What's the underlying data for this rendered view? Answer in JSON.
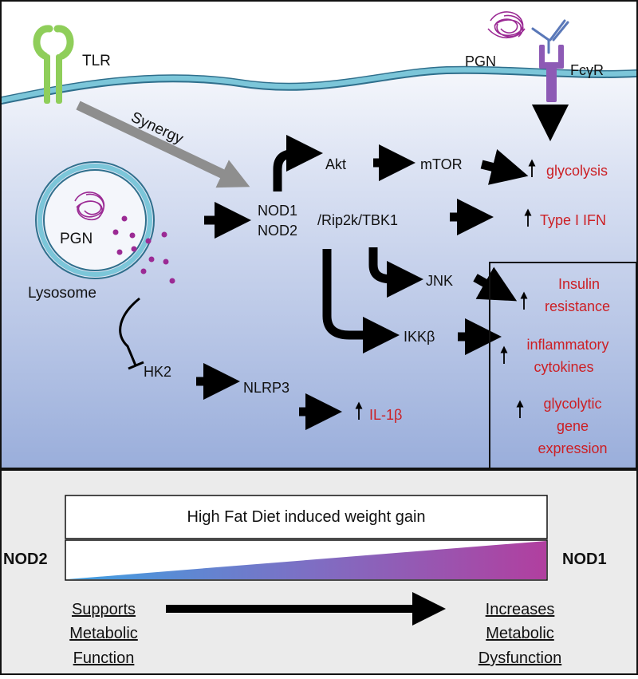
{
  "labels": {
    "tlr": "TLR",
    "pgn_top": "PGN",
    "fcgr": "FcγR",
    "synergy": "Synergy",
    "pgn_lyso": "PGN",
    "lysosome": "Lysosome",
    "nod1": "NOD1",
    "nod2": "NOD2",
    "rip": "/Rip2k/TBK1",
    "akt": "Akt",
    "mtor": "mTOR",
    "jnk": "JNK",
    "ikkb": "IKKβ",
    "hk2": "HK2",
    "nlrp3": "NLRP3"
  },
  "outcomes": {
    "glycolysis": "glycolysis",
    "ifn": "Type I IFN",
    "il1b": "IL-1β",
    "insulin_l1": "Insulin",
    "insulin_l2": "resistance",
    "cyto_l1": "inflammatory",
    "cyto_l2": "cytokines",
    "gly_l1": "glycolytic",
    "gly_l2": "gene",
    "gly_l3": "expression"
  },
  "bottom": {
    "hfd": "High Fat Diet induced weight gain",
    "nod2": "NOD2",
    "nod1": "NOD1",
    "left_l1": "Supports",
    "left_l2": "Metabolic",
    "left_l3": "Function",
    "right_l1": "Increases",
    "right_l2": "Metabolic",
    "right_l3": "Dysfunction"
  },
  "colors": {
    "outcome_red": "#cc1f24",
    "tlr_green": "#8fce5a",
    "receptor_purple": "#8d5ab5",
    "pgn_magenta": "#9b2a94",
    "membrane_blue": "#7cc6d9",
    "gradient_start": "#3fa1e2",
    "gradient_end": "#b13f9f"
  }
}
